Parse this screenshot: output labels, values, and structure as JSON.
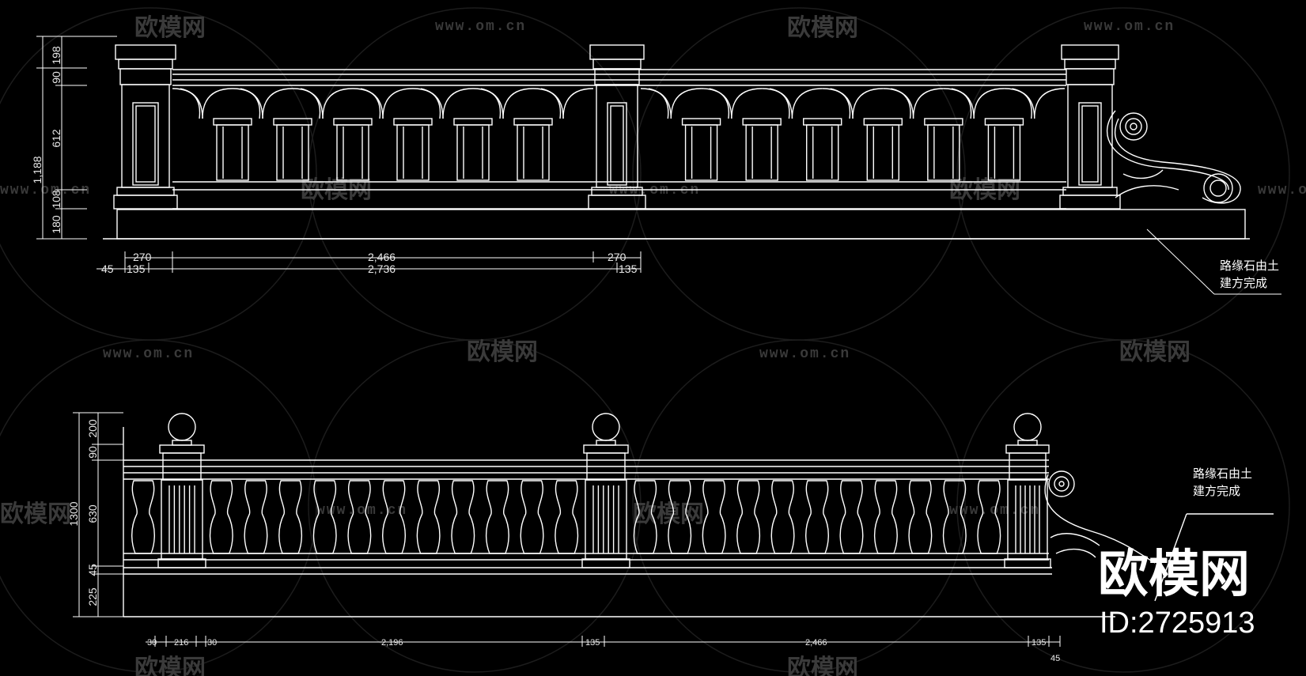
{
  "watermark": {
    "brand": "欧模网",
    "url": "www.om.cn"
  },
  "top_elevation": {
    "height_dims": [
      "198",
      "90",
      "612",
      "1,188",
      "108",
      "180"
    ],
    "width_dims_row1": [
      "270",
      "2,466",
      "270"
    ],
    "width_dims_row2": [
      "45",
      "135",
      "2,736",
      "135"
    ],
    "note_line1": "路缘石由土",
    "note_line2": "建方完成"
  },
  "bottom_elevation": {
    "height_dims": [
      "200",
      "90",
      "1300",
      "630",
      "45",
      "225"
    ],
    "width_dims": [
      "30",
      "216",
      "30",
      "2,196",
      "135",
      "2,466",
      "135",
      "45"
    ],
    "note_line1": "路缘石由土",
    "note_line2": "建方完成"
  },
  "brand_mark": {
    "name": "欧模网",
    "id": "ID:2725913"
  },
  "colors": {
    "background": "#000000",
    "line": "#ffffff",
    "watermark": "#3a3a3a"
  }
}
